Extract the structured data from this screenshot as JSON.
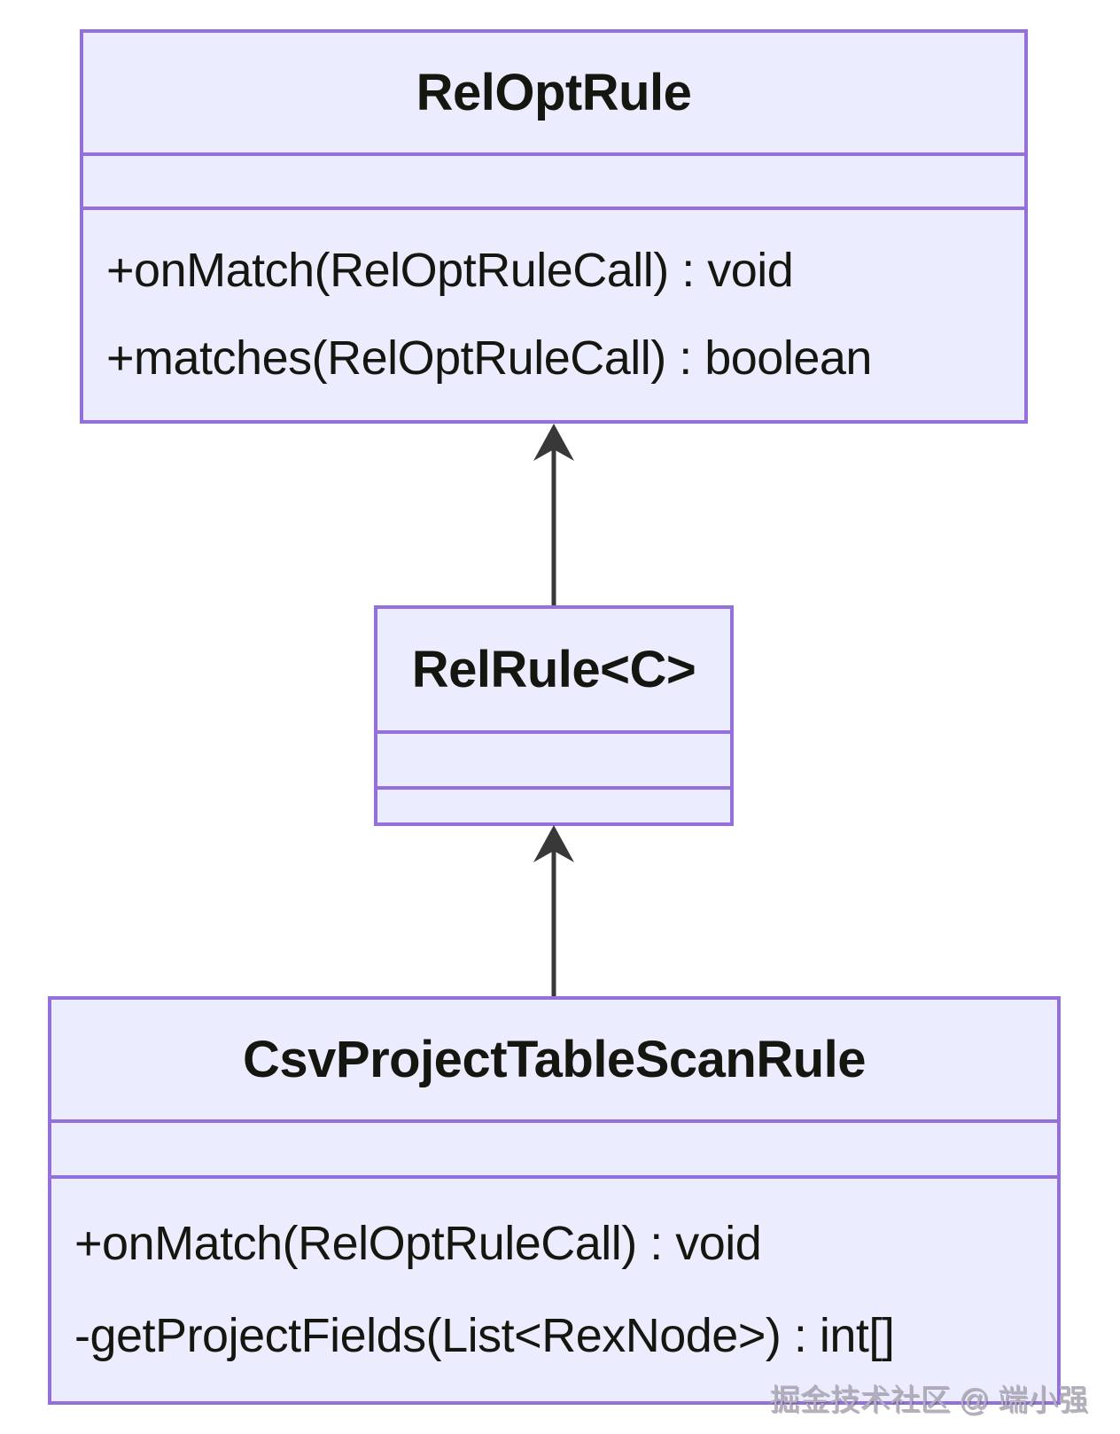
{
  "diagram": {
    "type": "uml-class-diagram",
    "classes": [
      {
        "name": "RelOptRule",
        "attributes": [],
        "methods": [
          "+onMatch(RelOptRuleCall) : void",
          "+matches(RelOptRuleCall) : boolean"
        ]
      },
      {
        "name": "RelRule<C>",
        "attributes": [],
        "methods": []
      },
      {
        "name": "CsvProjectTableScanRule",
        "attributes": [],
        "methods": [
          "+onMatch(RelOptRuleCall) : void",
          "-getProjectFields(List<RexNode>) : int[]"
        ]
      }
    ],
    "relations": [
      {
        "from": "RelRule<C>",
        "to": "RelOptRule",
        "type": "inheritance",
        "direction": "up"
      },
      {
        "from": "CsvProjectTableScanRule",
        "to": "RelRule<C>",
        "type": "inheritance",
        "direction": "up"
      }
    ],
    "colors": {
      "box_fill": "#ECECFF",
      "box_border": "#9370DB",
      "arrow": "#383838",
      "text": "#161611",
      "background": "#FFFFFF"
    }
  },
  "watermark": {
    "text": "掘金技术社区 @ 端小强"
  }
}
